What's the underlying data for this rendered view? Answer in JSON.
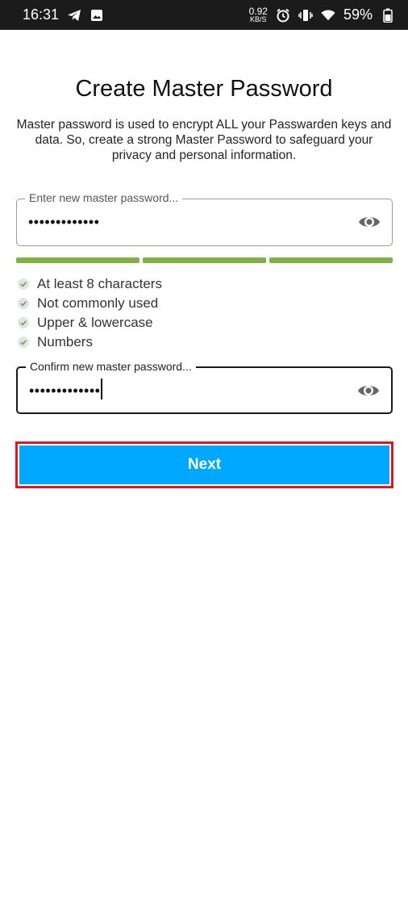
{
  "status_bar": {
    "time": "16:31",
    "net_speed_value": "0.92",
    "net_speed_unit": "KB/S",
    "battery": "59%"
  },
  "screen": {
    "title": "Create Master Password",
    "description": "Master password is used to encrypt ALL your Passwarden keys and data. So, create a strong Master Password to safeguard your privacy and personal information."
  },
  "new_password": {
    "label": "Enter new master password...",
    "value": "•••••••••••••"
  },
  "strength": {
    "segments_filled": 3,
    "segments_total": 3,
    "color": "#7cb342"
  },
  "requirements": [
    {
      "label": "At least 8 characters"
    },
    {
      "label": "Not commonly used"
    },
    {
      "label": "Upper & lowercase"
    },
    {
      "label": "Numbers"
    }
  ],
  "confirm_password": {
    "label": "Confirm new master password...",
    "value": "•••••••••••••"
  },
  "next_button": {
    "label": "Next",
    "color": "#00a8ff",
    "highlight_color": "#e3161b"
  },
  "icons": {
    "eye": "eye-icon",
    "check": "check-icon"
  }
}
